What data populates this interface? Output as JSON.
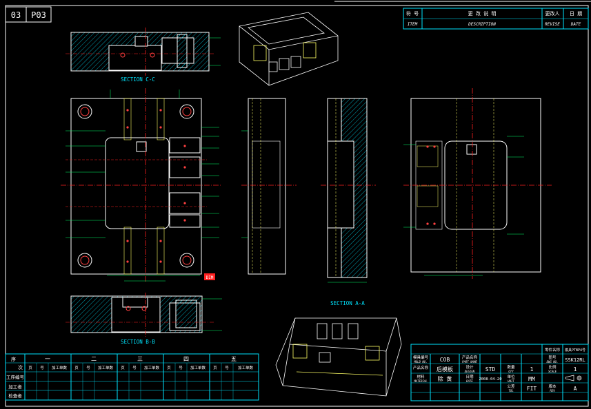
{
  "header": {
    "drawing_no": "03",
    "part_code": "P03"
  },
  "sections": {
    "cc": "SECTION C-C",
    "bb": "SECTION B-B",
    "aa": "SECTION A-A"
  },
  "revision_table": {
    "col1_top": "符 号",
    "col1_bottom": "ITEM",
    "col2_top": "更 改 说 明",
    "col2_bottom": "DESCRIPTION",
    "col3_top": "更改人",
    "col3_bottom": "REVISE",
    "col4_top": "日 期",
    "col4_bottom": "DATE"
  },
  "bottom_table": {
    "corner_a": "序",
    "corner_b": "次",
    "groups": [
      "一",
      "二",
      "三",
      "四",
      "五"
    ],
    "sub_a": "页",
    "sub_b": "号",
    "sub_c": "加工单数",
    "rows": [
      "工序编号",
      "加工者",
      "检查者"
    ]
  },
  "title_block": {
    "a_label": "模具编号",
    "a_sub": "MOLD NO.",
    "a_val": "COB",
    "b_label": "产品名称",
    "b_sub": "PART NAME",
    "b_val": "后模板",
    "c_label": "材料",
    "c_sub": "MATERIAL",
    "c_val": "除 黄",
    "d_label": "设计",
    "d_sub": "DESIGN",
    "d_val": "STD",
    "e_label": "日期",
    "e_sub": "DATE",
    "e_val": "2008-04-20",
    "f_label": "数量",
    "f_sub": "QTY",
    "f_val": "1",
    "g_label": "单位",
    "g_sub": "UNIT",
    "g_val": "MM",
    "h_label": "公差",
    "h_sub": "TOL",
    "h_val": "FIT",
    "i_label": "零件名称",
    "i_val": "模具PTBP4号",
    "j_label": "图号",
    "j_sub": "DWG NO.",
    "j_val": "SSK12RL",
    "k_label": "比例",
    "k_sub": "SCALE",
    "k_val": "1",
    "l_label": "版本",
    "l_sub": "REV",
    "l_val": "A"
  },
  "marker": "DIM",
  "colors": {
    "line": "#ffffff",
    "center": "#ff2020",
    "dim": "#00ff66",
    "hatch": "#00e5ff",
    "hole": "#ff4040",
    "frame": "#00e5ff"
  }
}
